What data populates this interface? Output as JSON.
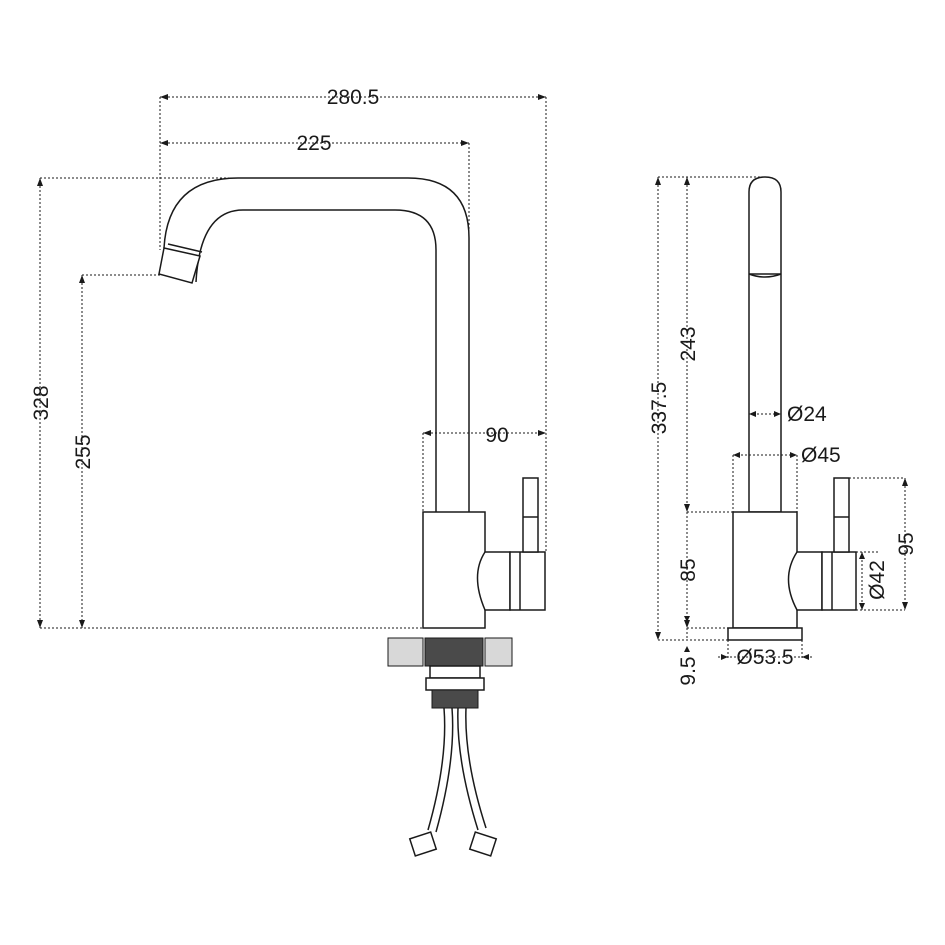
{
  "dimensions": {
    "overall_reach": "280.5",
    "spout_reach": "225",
    "overall_height": "328",
    "spout_height": "255",
    "handle_offset": "90",
    "side_total_height": "337.5",
    "side_spout_height": "243",
    "spout_diameter": "Ø24",
    "body_diameter": "Ø45",
    "handle_height": "95",
    "handle_diameter": "Ø42",
    "body_height": "85",
    "base_height": "9.5",
    "base_diameter": "Ø53.5"
  },
  "colors": {
    "line": "#1a1a1a",
    "fill": "#ffffff",
    "hatch": "#d8d8d8",
    "dark_part": "#4a4a4a"
  }
}
